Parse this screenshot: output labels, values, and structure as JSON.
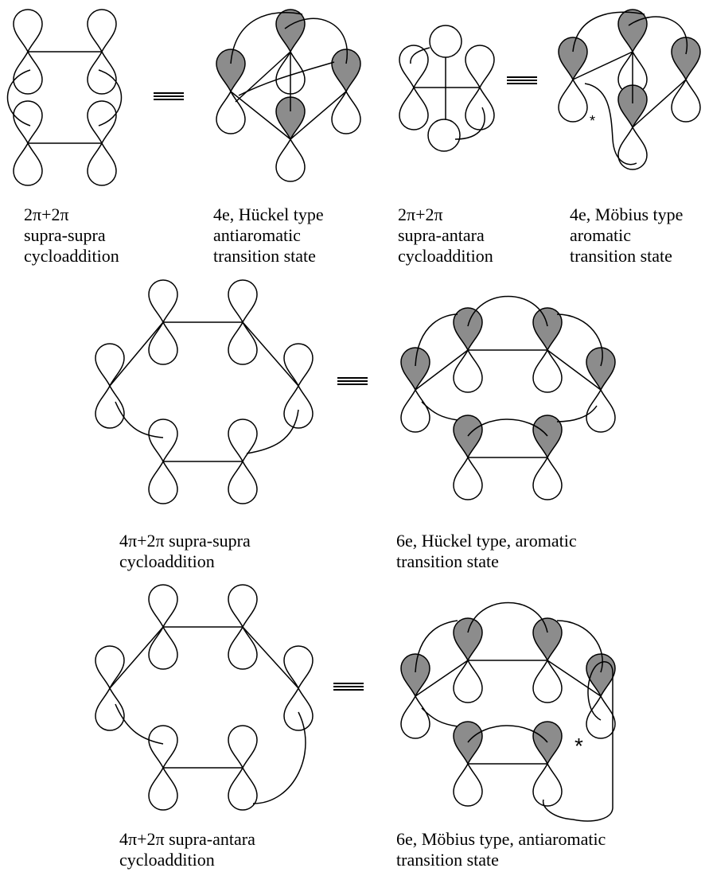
{
  "colors": {
    "ink": "#000000",
    "shade": "#8c8c8c",
    "background": "#ffffff"
  },
  "captions": {
    "p1": [
      "2π+2π",
      "supra-supra",
      "cycloaddition"
    ],
    "p2": [
      "4e, Hückel type",
      "antiaromatic",
      "transition state"
    ],
    "p3": [
      "2π+2π",
      "supra-antara",
      "cycloaddition"
    ],
    "p4": [
      "4e, Möbius type",
      "aromatic",
      "transition state"
    ],
    "p5": [
      "4π+2π supra-supra",
      "cycloaddition"
    ],
    "p6": [
      "6e, Hückel type, aromatic",
      "transition state"
    ],
    "p7": [
      "4π+2π supra-antara",
      "cycloaddition"
    ],
    "p8": [
      "6e, Möbius type, antiaromatic",
      "transition state"
    ]
  },
  "symbols": {
    "equivalence": "≡",
    "mobius_marker": "*"
  }
}
